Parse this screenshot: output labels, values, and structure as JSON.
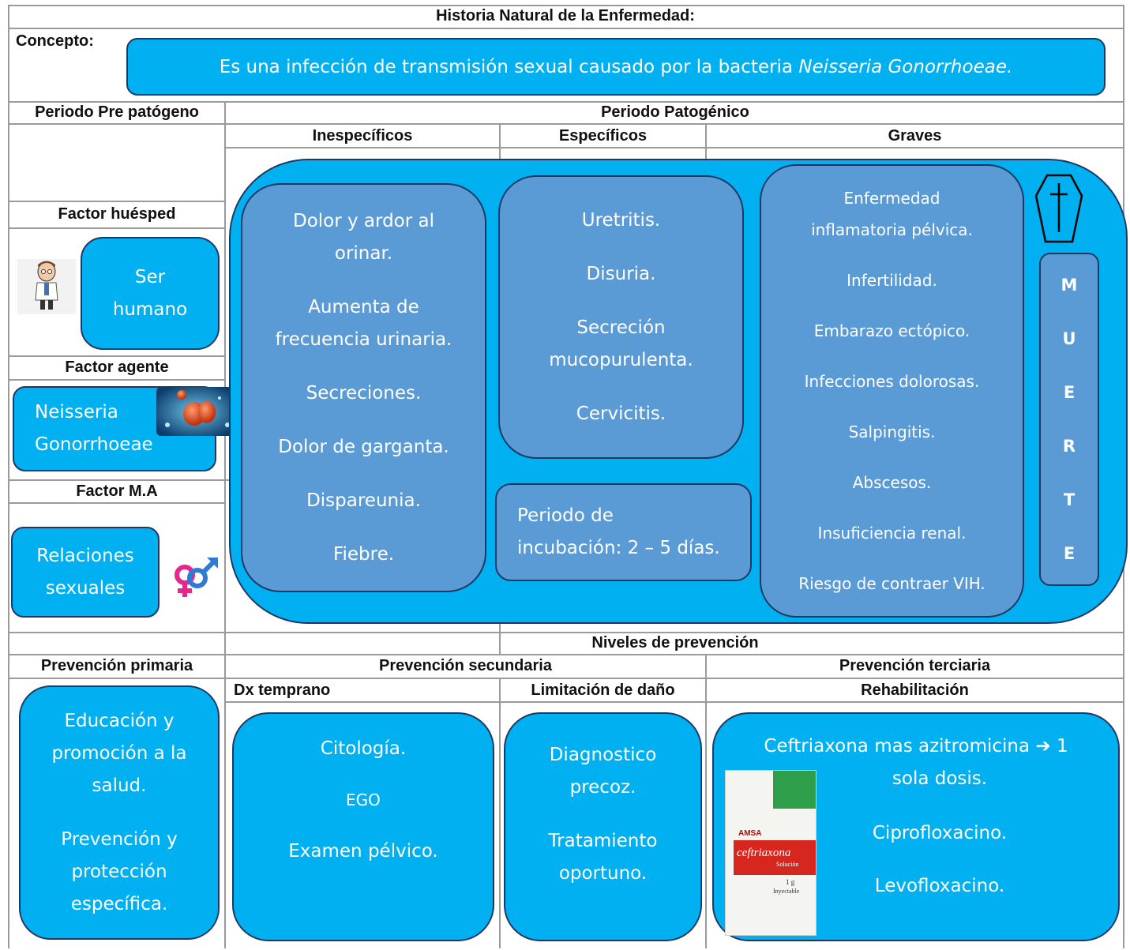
{
  "title": "Historia Natural de la Enfermedad:",
  "concepto": {
    "label": "Concepto:",
    "text_prefix": "Es una infección de transmisión sexual causado por la bacteria ",
    "text_italic": "Neisseria Gonorrhoeae."
  },
  "prepatogeno": {
    "title": "Periodo Pre patógeno",
    "huesped_label": "Factor huésped",
    "huesped_text": [
      "Ser",
      "humano"
    ],
    "agente_label": "Factor agente",
    "agente_text": [
      "Neisseria",
      "Gonorrhoeae"
    ],
    "ma_label": "Factor M.A",
    "ma_text": [
      "Relaciones",
      "sexuales"
    ]
  },
  "patogenico": {
    "title": "Periodo Patogénico",
    "col_inespecificos": "Inespecíficos",
    "col_especificos": "Específicos",
    "col_graves": "Graves",
    "inespecificos": [
      "Dolor y ardor al",
      "orinar.",
      "Aumenta de",
      "frecuencia urinaria.",
      "Secreciones.",
      "Dolor de garganta.",
      "Dispareunia.",
      "Fiebre."
    ],
    "especificos": [
      "Uretritis.",
      "Disuria.",
      "Secreción",
      "mucopurulenta.",
      "Cervicitis."
    ],
    "incubacion": [
      "Periodo de",
      "incubación: 2 – 5 días."
    ],
    "graves": [
      "Enfermedad",
      "inflamatoria pélvica.",
      "Infertilidad.",
      "Embarazo ectópico.",
      "Infecciones dolorosas.",
      "Salpingitis.",
      "Abscesos.",
      "Insuficiencia renal.",
      "Riesgo de contraer VIH."
    ],
    "muerte": [
      "M",
      "U",
      "E",
      "R",
      "T",
      "E"
    ]
  },
  "prevencion": {
    "title": "Niveles de prevención",
    "primaria": "Prevención primaria",
    "secundaria": "Prevención secundaria",
    "terciaria": "Prevención terciaria",
    "dx_temprano": "Dx temprano",
    "limitacion": "Limitación de daño",
    "rehabilitacion": "Rehabilitación",
    "primaria_text": [
      "Educación y",
      "promoción a la",
      "salud.",
      "Prevención y",
      "protección",
      "específica."
    ],
    "dx_text": [
      "Citología.",
      "EGO",
      "Examen pélvico."
    ],
    "limitacion_text": [
      "Diagnostico",
      "precoz.",
      "Tratamiento",
      "oportuno."
    ],
    "rehab_line1": "Ceftriaxona mas azitromicina ➔ 1",
    "rehab_line2": "sola dosis.",
    "rehab_line3": "Ciprofloxacino.",
    "rehab_line4": "Levofloxacino.",
    "med_box": {
      "brand": "AMSA",
      "name": "ceftriaxona",
      "solucion": "Solución",
      "dose": "1 g",
      "route": "Inyectable"
    }
  }
}
